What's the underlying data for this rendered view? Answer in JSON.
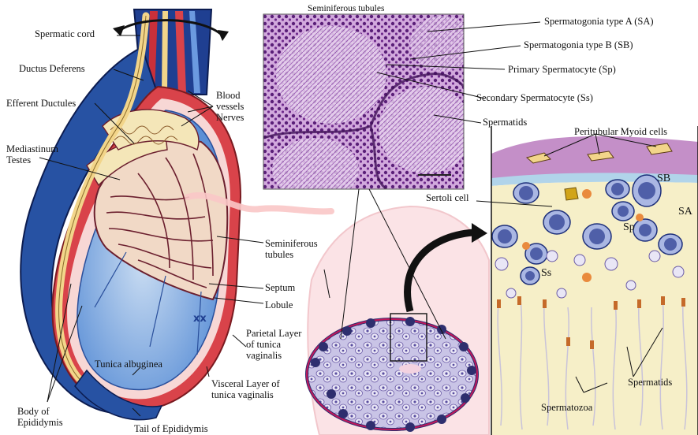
{
  "testis_labels": {
    "spermatic_cord": "Spermatic cord",
    "ductus_deferens": "Ductus Deferens",
    "efferent_ductules": "Efferent Ductules",
    "mediastinum": "Mediastinum\nTestes",
    "blood_vessels": "Blood\nvessels\nNerves",
    "seminiferous_tubules": "Seminiferous\ntubules",
    "septum": "Septum",
    "lobule": "Lobule",
    "parietal_layer": "Parietal Layer\nof tunica\nvaginalis",
    "tunica_albuginea": "Tunica albuginea",
    "visceral_layer": "Visceral Layer of\ntunica vaginalis",
    "body_epididymis": "Body of\nEpididymis",
    "tail_epididymis": "Tail of Epididymis"
  },
  "histology_labels": {
    "title": "Seminiferous tubules",
    "spermatogonia_a": "Spermatogonia type A (SA)",
    "spermatogonia_b": "Spermatogonia type B (SB)",
    "primary_spermatocyte": "Primary Spermatocyte (Sp)",
    "secondary_spermatocyte": "Secondary Spermatocyte (Ss)",
    "spermatids": "Spermatids"
  },
  "cell_labels": {
    "peritubular": "Peritubular Myoid cells",
    "sertoli": "Sertoli cell",
    "sb": "SB",
    "sa": "SA",
    "sp": "Sp",
    "ss": "Ss",
    "spermatids": "Spermatids",
    "spermatozoa": "Spermatozoa"
  },
  "colors": {
    "tunica_blue": "#5b8fd6",
    "epididymis_blue": "#2752a3",
    "vaginalis_red": "#d9434a",
    "tubule_cream": "#f4e6b8",
    "histology_purple": "#9b4fae",
    "cell_cytoplasm": "#f6efc8",
    "myoid_membrane": "#c48fc8"
  }
}
